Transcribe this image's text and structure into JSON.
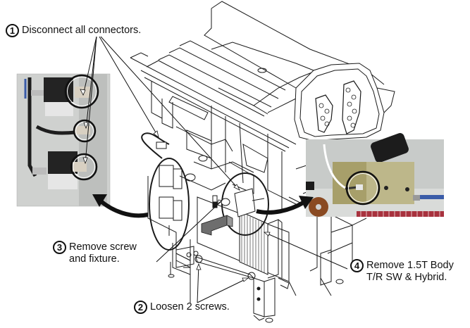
{
  "figure": {
    "type": "service-procedure-illustration",
    "subject": "1.5T Body T/R SW & Hybrid removal",
    "steps": [
      {
        "number": "1",
        "lines": [
          "Disconnect all connectors."
        ]
      },
      {
        "number": "2",
        "lines": [
          "Loosen 2 screws."
        ]
      },
      {
        "number": "3",
        "lines": [
          "Remove screw",
          "and fixture."
        ]
      },
      {
        "number": "4",
        "lines": [
          "Remove 1.5T Body",
          "T/R SW & Hybrid."
        ]
      }
    ],
    "insets": [
      {
        "name": "connector-detail-photo",
        "highlighted_connectors": 3
      },
      {
        "name": "tr-switch-detail-photo",
        "highlighted_connectors": 1
      }
    ],
    "colors": {
      "line_art": "#1a1a1a",
      "removal_arrow": "#6e6e6e",
      "photo_panel_bg": "#c9ccc9",
      "device_block_dark": "#2a2a2a",
      "device_block_gold": "#a79f6a",
      "roller_brown": "#8a4a22",
      "connector_strip_red": "#a8323e"
    }
  }
}
